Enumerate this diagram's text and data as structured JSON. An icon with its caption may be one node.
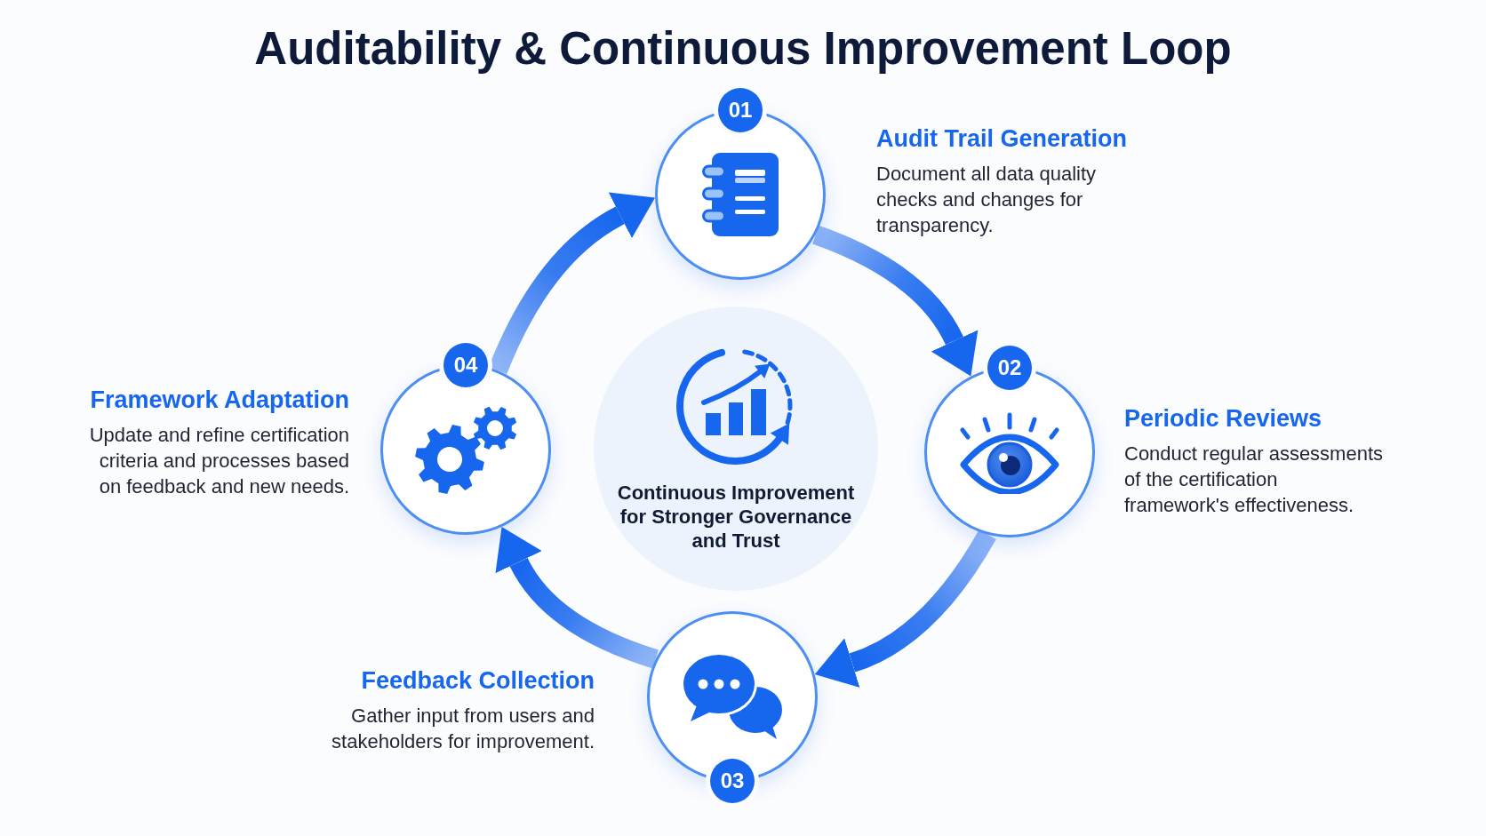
{
  "diagram": {
    "title": "Auditability & Continuous Improvement Loop",
    "nodes": [
      {
        "text": [
          "01"
        ],
        "beside": [
          "Audit Trail Generation",
          "Document all data quality checks and changes for transparency."
        ]
      },
      {
        "text": [
          "02"
        ],
        "beside": [
          "Periodic Reviews",
          "Conduct regular assessments of the certification framework's effectiveness."
        ]
      },
      {
        "text": [
          "03"
        ],
        "beside": [
          "Feedback Collection",
          "Gather input from users and stakeholders for improvement."
        ]
      },
      {
        "text": [
          "04"
        ],
        "beside": [
          "Framework Adaptation",
          "Update and refine certification criteria and processes based on feedback and new needs."
        ]
      },
      {
        "text": [
          "Continuous Improvement for Stronger Governance and Trust"
        ]
      }
    ],
    "edges": [
      {
        "from": 0,
        "to": 1,
        "arrow": "to"
      },
      {
        "from": 1,
        "to": 2,
        "arrow": "to"
      },
      {
        "from": 2,
        "to": 3,
        "arrow": "to"
      },
      {
        "from": 3,
        "to": 0,
        "arrow": "to"
      }
    ]
  }
}
